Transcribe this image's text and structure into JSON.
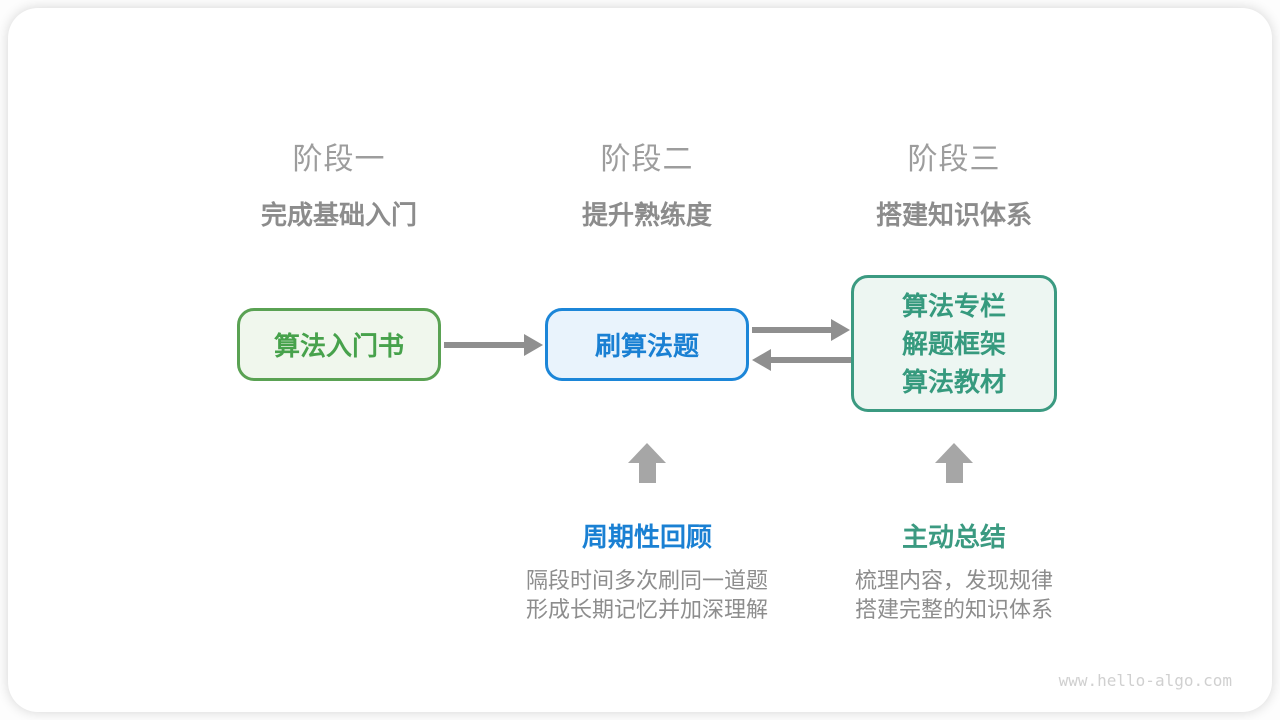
{
  "diagram": {
    "watermark": "www.hello-algo.com"
  },
  "stages": [
    {
      "title": "阶段一",
      "subtitle": "完成基础入门"
    },
    {
      "title": "阶段二",
      "subtitle": "提升熟练度"
    },
    {
      "title": "阶段三",
      "subtitle": "搭建知识体系"
    }
  ],
  "nodes": {
    "intro_book": {
      "label": "算法入门书"
    },
    "practice": {
      "label": "刷算法题"
    },
    "resources": {
      "lines": [
        "算法专栏",
        "解题框架",
        "算法教材"
      ]
    }
  },
  "annotations": {
    "review": {
      "title": "周期性回顾",
      "desc_line1": "隔段时间多次刷同一道题",
      "desc_line2": "形成长期记忆并加深理解"
    },
    "summarize": {
      "title": "主动总结",
      "desc_line1": "梳理内容，发现规律",
      "desc_line2": "搭建完整的知识体系"
    }
  },
  "colors": {
    "green_border": "#5aa253",
    "green_bg": "#f0f7ed",
    "green_text": "#47a24c",
    "blue_border": "#1c86d8",
    "blue_bg": "#e9f3fc",
    "blue_text": "#1a80d3",
    "teal_border": "#3b9a81",
    "teal_bg": "#edf6f2",
    "teal_text": "#369a7e",
    "connector_arrow": "#8f8f8f",
    "block_arrow": "#a6a6a6",
    "stage_title_gray": "#9d9d9d",
    "stage_subtitle_gray": "#8c8c8c",
    "description_gray": "#8d8d8d",
    "watermark_gray": "#d0d0d0"
  }
}
